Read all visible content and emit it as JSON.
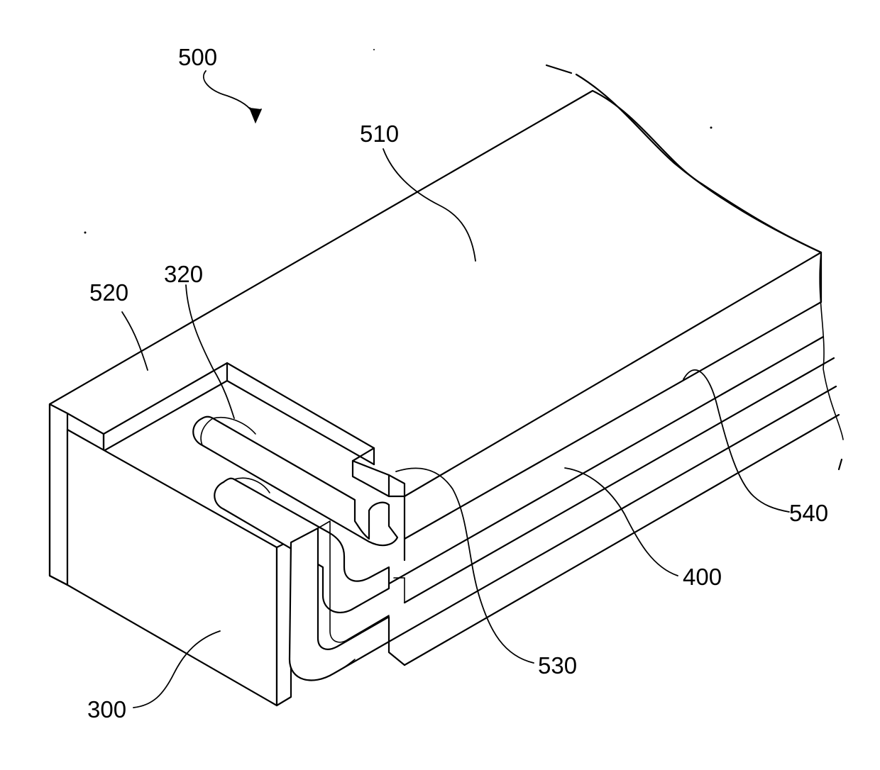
{
  "figure": {
    "labels": {
      "assembly": "500",
      "top_surface": "510",
      "side_wall": "520",
      "notch_edge": "530",
      "groove": "540",
      "stacked_layers": "400",
      "connector_block": "300",
      "lead_pins": "320"
    }
  }
}
